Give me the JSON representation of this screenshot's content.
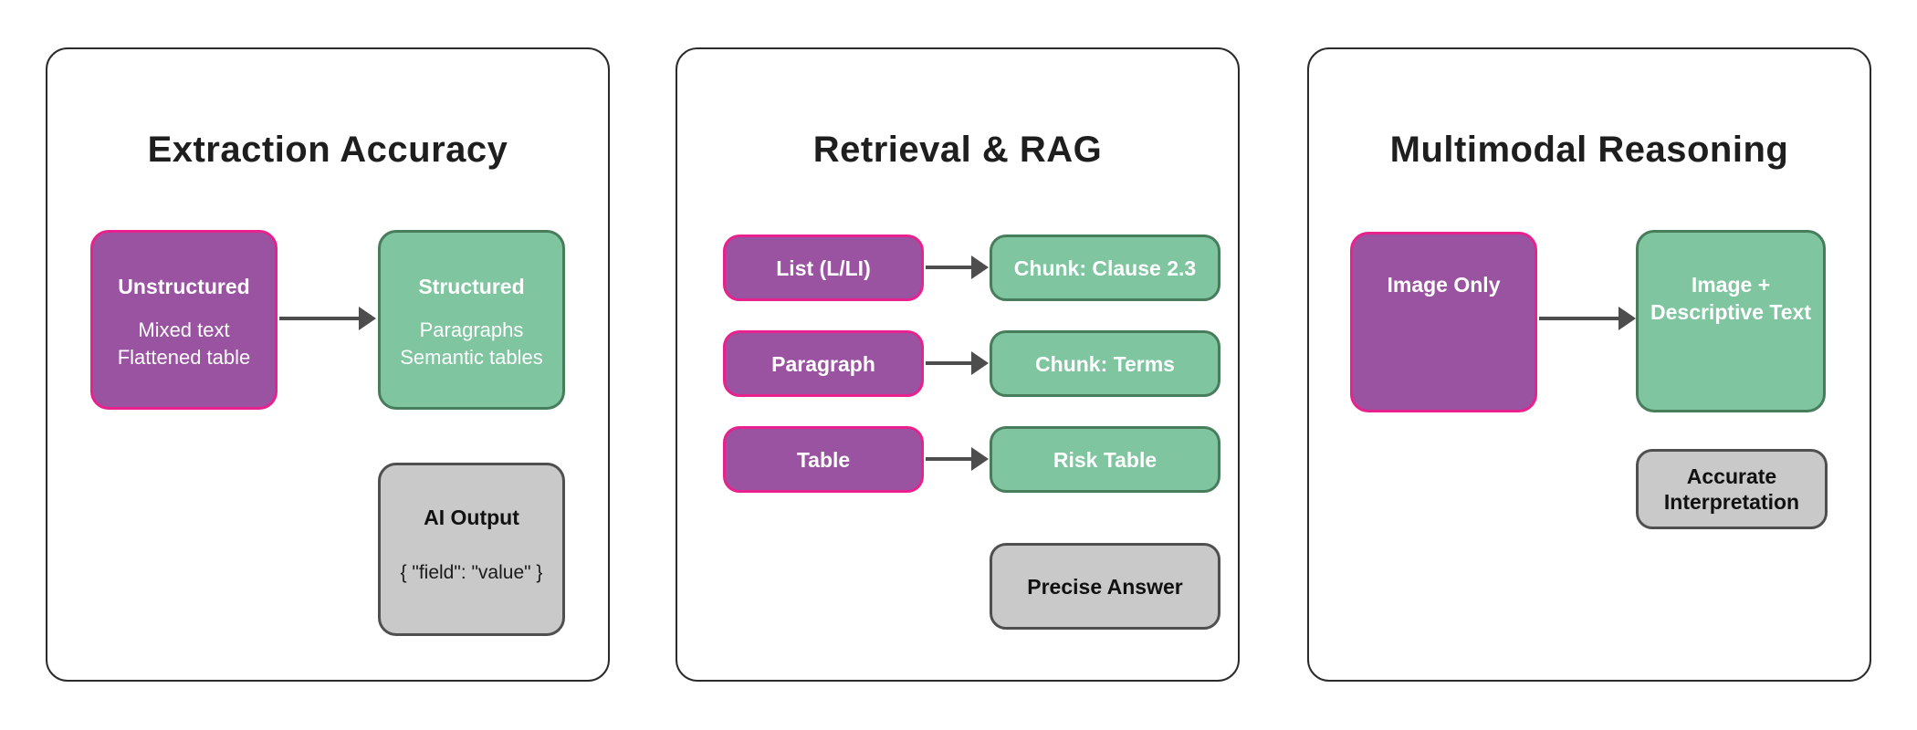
{
  "panels": [
    {
      "title": "Extraction Accuracy",
      "source": {
        "title": "Unstructured",
        "line1": "Mixed text",
        "line2": "Flattened table"
      },
      "target": {
        "title": "Structured",
        "line1": "Paragraphs",
        "line2": "Semantic tables"
      },
      "result": {
        "title": "AI Output",
        "code": "{ \"field\": \"value\" }"
      }
    },
    {
      "title": "Retrieval & RAG",
      "rows": [
        {
          "source": "List (L/LI)",
          "target": "Chunk: Clause 2.3"
        },
        {
          "source": "Paragraph",
          "target": "Chunk: Terms"
        },
        {
          "source": "Table",
          "target": "Risk Table"
        }
      ],
      "result": {
        "title": "Precise Answer"
      }
    },
    {
      "title": "Multimodal Reasoning",
      "source": {
        "title": "Image Only"
      },
      "target": {
        "line1": "Image +",
        "line2": "Descriptive Text"
      },
      "result": {
        "line1": "Accurate",
        "line2": "Interpretation"
      }
    }
  ],
  "colors": {
    "purple": "#9A53A1",
    "pink": "#E8218F",
    "green": "#7EC5A0",
    "green-border": "#477D5B",
    "gray": "#C9C9C9",
    "gray-border": "#4F4F4F",
    "arrow": "#4D4D4D",
    "ink": "#1E1E1E",
    "panel-border": "#2B2B2B"
  }
}
